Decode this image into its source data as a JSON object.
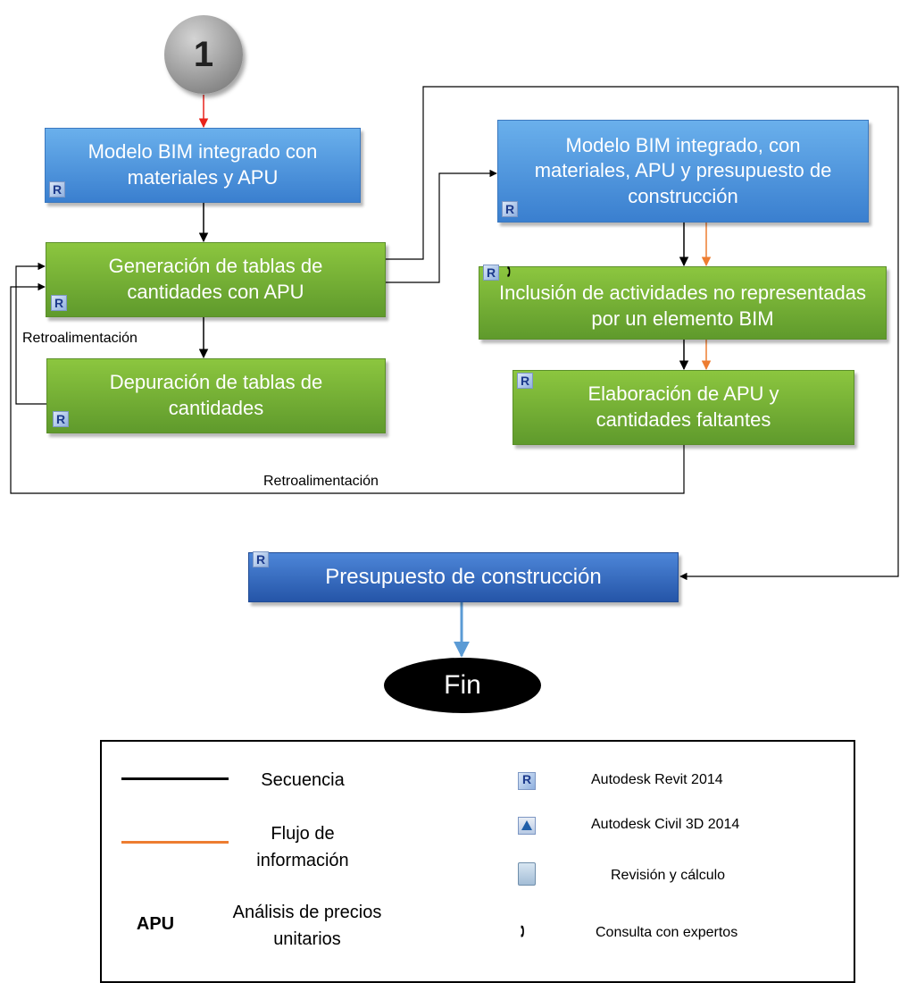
{
  "step_number": "1",
  "nodes": {
    "modelo_bim": "Modelo BIM integrado con materiales y APU",
    "generacion": "Generación de tablas de cantidades con APU",
    "depuracion": "Depuración de tablas de cantidades",
    "modelo_presupuesto": "Modelo BIM integrado, con materiales, APU y presupuesto de construcción",
    "inclusion": "Inclusión de actividades no representadas por un elemento BIM",
    "elaboracion": "Elaboración de APU y cantidades faltantes",
    "presupuesto": "Presupuesto de construcción",
    "fin": "Fin"
  },
  "labels": {
    "retro_left": "Retroalimentación",
    "retro_bottom": "Retroalimentación"
  },
  "legend": {
    "secuencia": "Secuencia",
    "flujo_line1": "Flujo de",
    "flujo_line2": "información",
    "apu_abbrev": "APU",
    "apu_line1": "Análisis de precios",
    "apu_line2": "unitarios",
    "revit": "Autodesk Revit 2014",
    "civil": "Autodesk Civil 3D 2014",
    "revision": "Revisión y cálculo",
    "consulta": "Consulta con expertos"
  },
  "colors": {
    "sequence": "#000000",
    "info_flow": "#ed7d31",
    "start_arrow": "#e8231c",
    "end_arrow": "#5b9bd5"
  }
}
